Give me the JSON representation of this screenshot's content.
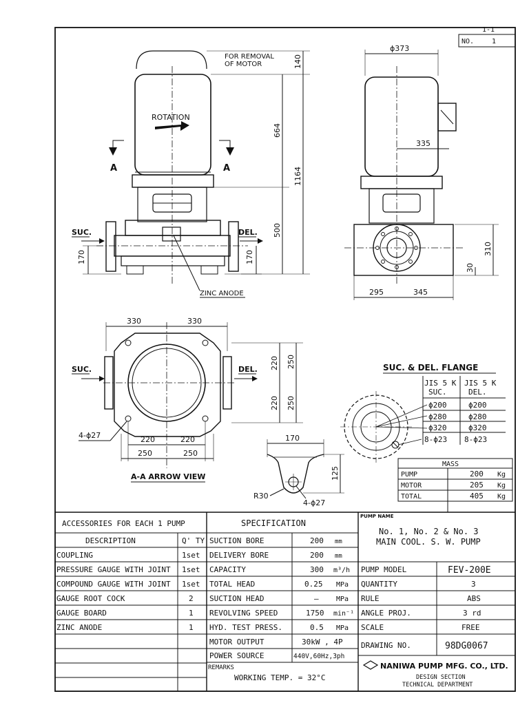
{
  "sheet": {
    "page_ref": "1-1",
    "no_label": "NO.",
    "no_value": "1"
  },
  "elevation": {
    "removal_note_1": "FOR REMOVAL",
    "removal_note_2": "OF MOTOR",
    "rotation": "ROTATION",
    "section_a": "A",
    "suc": "SUC.",
    "del": "DEL.",
    "zinc_anode": "ZINC ANODE",
    "dim_140": "140",
    "dim_664": "664",
    "dim_1164": "1164",
    "dim_500": "500",
    "dim_170": "170"
  },
  "side_view": {
    "dim_d373": "ϕ373",
    "dim_335": "335",
    "dim_310": "310",
    "dim_30": "30",
    "dim_295": "295",
    "dim_345": "345"
  },
  "arrow_view": {
    "caption": "A-A ARROW VIEW",
    "dim_330": "330",
    "dim_220": "220",
    "dim_250": "250",
    "bolt": "4-ϕ27",
    "suc": "SUC.",
    "del": "DEL."
  },
  "foot_detail": {
    "dim_170": "170",
    "dim_125": "125",
    "radius": "R30",
    "bolt": "4-ϕ27"
  },
  "flange": {
    "title": "SUC. & DEL. FLANGE",
    "headers": [
      [
        "JIS 5 K",
        "SUC."
      ],
      [
        "JIS 5 K",
        "DEL."
      ]
    ],
    "rows": [
      [
        "ϕ200",
        "ϕ200"
      ],
      [
        "ϕ280",
        "ϕ280"
      ],
      [
        "ϕ320",
        "ϕ320"
      ],
      [
        "8-ϕ23",
        "8-ϕ23"
      ]
    ]
  },
  "mass": {
    "title": "MASS",
    "rows": [
      {
        "item": "PUMP",
        "value": "200",
        "unit": "Kg"
      },
      {
        "item": "MOTOR",
        "value": "205",
        "unit": "Kg"
      },
      {
        "item": "TOTAL",
        "value": "405",
        "unit": "Kg"
      }
    ]
  },
  "accessories": {
    "title": "ACCESSORIES FOR EACH 1 PUMP",
    "col_desc": "DESCRIPTION",
    "col_qty": "Q' TY",
    "rows": [
      {
        "desc": "COUPLING",
        "qty": "1set"
      },
      {
        "desc": "PRESSURE GAUGE WITH JOINT",
        "qty": "1set"
      },
      {
        "desc": "COMPOUND GAUGE WITH JOINT",
        "qty": "1set"
      },
      {
        "desc": "GAUGE ROOT COCK",
        "qty": "2"
      },
      {
        "desc": "GAUGE BOARD",
        "qty": "1"
      },
      {
        "desc": "ZINC ANODE",
        "qty": "1"
      }
    ]
  },
  "specification": {
    "title": "SPECIFICATION",
    "rows": [
      {
        "item": "SUCTION BORE",
        "value": "200",
        "unit": "mm"
      },
      {
        "item": "DELIVERY BORE",
        "value": "200",
        "unit": "mm"
      },
      {
        "item": "CAPACITY",
        "value": "300",
        "unit": "m³/h"
      },
      {
        "item": "TOTAL HEAD",
        "value": "0.25",
        "unit": "MPa"
      },
      {
        "item": "SUCTION HEAD",
        "value": "—",
        "unit": "MPa"
      },
      {
        "item": "REVOLVING SPEED",
        "value": "1750",
        "unit": "min⁻¹"
      },
      {
        "item": "HYD. TEST PRESS.",
        "value": "0.5",
        "unit": "MPa"
      },
      {
        "item": "MOTOR OUTPUT",
        "value": "30kW , 4P",
        "unit": ""
      },
      {
        "item": "POWER SOURCE",
        "value": "440V,60Hz,3ph",
        "unit": ""
      }
    ],
    "remarks_label": "REMARKS",
    "remarks": "WORKING TEMP. = 32°C"
  },
  "title_block": {
    "pump_name_label": "PUMP NAME",
    "pump_name_1": "No. 1, No. 2 & No. 3",
    "pump_name_2": "MAIN COOL. S. W. PUMP",
    "rows": [
      {
        "label": "PUMP MODEL",
        "value": "FEV-200E"
      },
      {
        "label": "QUANTITY",
        "value": "3"
      },
      {
        "label": "RULE",
        "value": "ABS"
      },
      {
        "label": "ANGLE PROJ.",
        "value": "3 rd"
      },
      {
        "label": "SCALE",
        "value": "FREE"
      },
      {
        "label": "DRAWING NO.",
        "value": "98DG0067"
      }
    ],
    "company": "NANIWA PUMP MFG. CO., LTD.",
    "section": "DESIGN SECTION",
    "department": "TECHNICAL DEPARTMENT"
  }
}
